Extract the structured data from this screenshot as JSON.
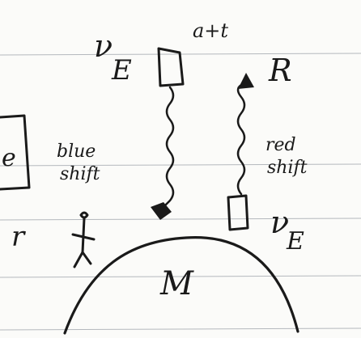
{
  "labels": {
    "top_left_nu": "ν",
    "top_left_E": "E",
    "top_note": "a+t",
    "top_right_R": "R",
    "left_box_letter": "e",
    "blue_shift_line1": "blue",
    "blue_shift_line2": "shift",
    "red_shift_line1": "red",
    "red_shift_line2": "shift",
    "left_r": "r",
    "bottom_right_nu": "ν",
    "bottom_right_E": "E",
    "mass_label": "M"
  },
  "colors": {
    "ink": "#1a1a1a",
    "paper": "#fbfbf9",
    "rule_line": "#b4b8bd"
  }
}
